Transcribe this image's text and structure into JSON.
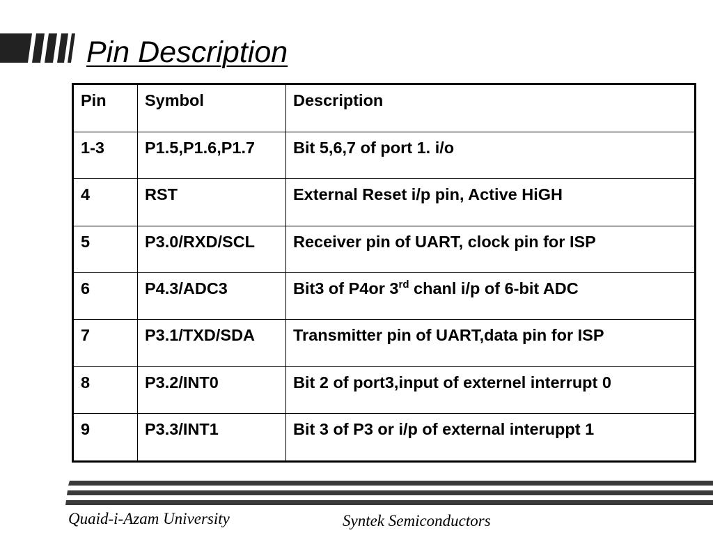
{
  "slide": {
    "title": "Pin Description"
  },
  "table": {
    "headers": [
      "Pin",
      "Symbol",
      "Description"
    ],
    "rows": [
      {
        "pin": "1-3",
        "symbol": "P1.5,P1.6,P1.7",
        "description": "Bit 5,6,7 of port 1. i/o"
      },
      {
        "pin": "4",
        "symbol": "RST",
        "description": "External Reset i/p pin, Active HiGH"
      },
      {
        "pin": "5",
        "symbol": "P3.0/RXD/SCL",
        "description": "Receiver pin of UART, clock pin for ISP"
      },
      {
        "pin": "6",
        "symbol": "P4.3/ADC3",
        "description_prefix": "Bit3 of P4or 3",
        "description_sup": "rd",
        "description_suffix": " chanl i/p of 6-bit ADC"
      },
      {
        "pin": "7",
        "symbol": "P3.1/TXD/SDA",
        "description": "Transmitter pin of UART,data pin for ISP"
      },
      {
        "pin": "8",
        "symbol": "P3.2/INT0",
        "description": "Bit 2 of port3,input of externel interrupt 0"
      },
      {
        "pin": "9",
        "symbol": "P3.3/INT1",
        "description": "Bit 3 of P3 or i/p of external interuppt 1"
      }
    ]
  },
  "footer": {
    "left": "Quaid-i-Azam University",
    "right": "Syntek Semiconductors"
  },
  "colors": {
    "text": "#000000",
    "accent_bars": "#222222",
    "footer_lines": "#3a3a3a",
    "background": "#ffffff"
  }
}
